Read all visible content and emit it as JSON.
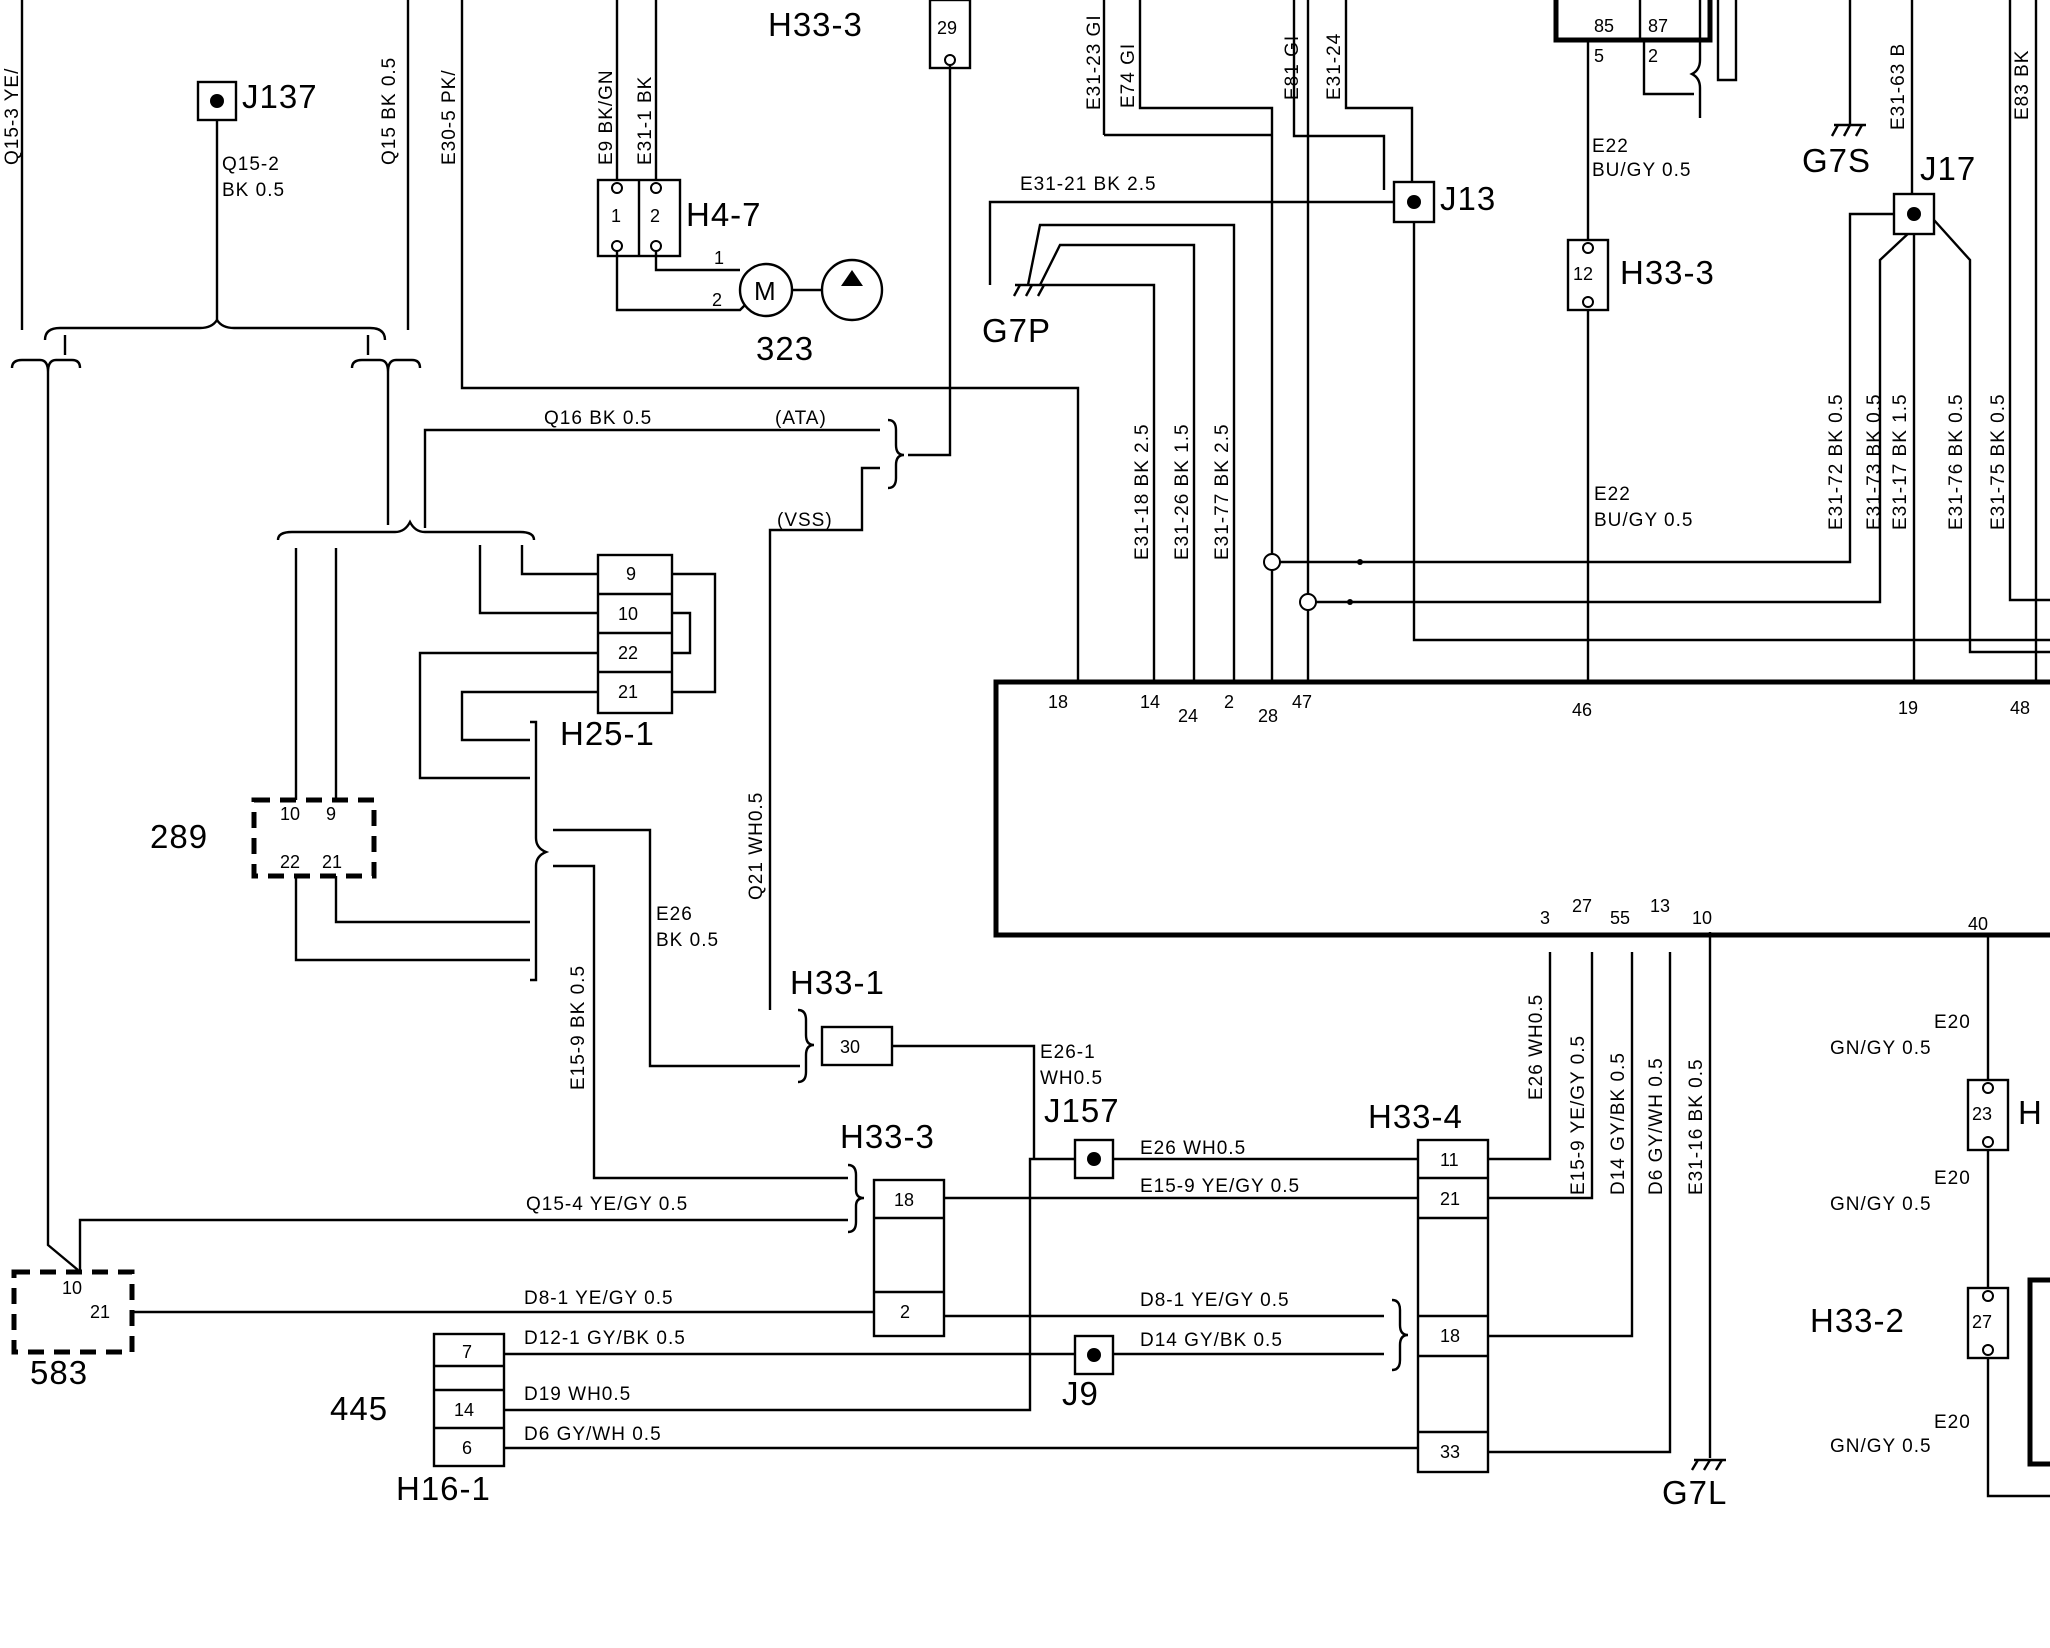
{
  "connectors": {
    "J137": "J137",
    "J13": "J13",
    "J17": "J17",
    "G7S": "G7S",
    "G7P": "G7P",
    "H4_7": "H4-7",
    "H33_3_top": "H33-3",
    "H33_3_mid": "H33-3",
    "H33_3_low": "H33-3",
    "H25_1": "H25-1",
    "n289": "289",
    "n323": "323",
    "H33_1": "H33-1",
    "J157": "J157",
    "H33_4": "H33-4",
    "n583": "583",
    "n445": "445",
    "H16_1": "H16-1",
    "J9": "J9",
    "G7L": "G7L",
    "H33_2": "H33-2",
    "H_right": "H"
  },
  "motor_symbol": "M",
  "wires_vertical": {
    "q153": "Q15-3  YE/",
    "q15": "Q15  BK 0.5",
    "e305": "E30-5  PK/",
    "e9": "E9 BK/GN",
    "e311": "E31-1  BK",
    "e3123": "E31-23  GI",
    "e74": "E74  GI",
    "e81": "E81  GI",
    "e3124": "E31-24",
    "e3163": "E31-63  B",
    "e83": "E83  BK",
    "e3118": "E31-18   BK 2.5",
    "e3126": "E31-26   BK 1.5",
    "e3177": "E31-77   BK 2.5",
    "e3172": "E31-72   BK 0.5",
    "e3173": "E31-73   BK 0.5",
    "e3117": "E31-17   BK 1.5",
    "e3176": "E31-76   BK 0.5",
    "e3175": "E31-75   BK 0.5",
    "q21": "Q21  WH0.5",
    "e159v": "E15-9   BK 0.5",
    "e26v": "E26  WH0.5",
    "e159v2": "E15-9  YE/GY 0.5",
    "d14v": "D14  GY/BK 0.5",
    "d6v": "D6  GY/WH 0.5",
    "e3116": "E31-16   BK 0.5"
  },
  "wires_horizontal": {
    "q152a": "Q15-2",
    "q152b": "BK 0.5",
    "e3121": "E31-21   BK 2.5",
    "e22a1": "E22",
    "e22a2": "BU/GY  0.5",
    "e22b1": "E22",
    "e22b2": "BU/GY  0.5",
    "q16": "Q16  BK 0.5",
    "ata": "(ATA)",
    "vss": "(VSS)",
    "e26a": "E26",
    "e26b": "BK 0.5",
    "e261a": "E26-1",
    "e261b": "WH0.5",
    "e26wh": "E26   WH0.5",
    "e159": "E15-9   YE/GY  0.5",
    "q154": "Q15-4   YE/GY  0.5",
    "d81a": "D8-1   YE/GY  0.5",
    "d81b": "D8-1   YE/GY  0.5",
    "d121": "D12-1   GY/BK  0.5",
    "d14": "D14   GY/BK  0.5",
    "d19": "D19   WH0.5",
    "d6": "D6   GY/WH 0.5",
    "e20a1": "E20",
    "e20a2": "GN/GY  0.5",
    "e20b1": "E20",
    "e20b2": "GN/GY  0.5",
    "e20c1": "E20",
    "e20c2": "GN/GY  0.5"
  },
  "relay_pins": [
    "85",
    "87",
    "5",
    "2"
  ],
  "pins": {
    "h47": [
      "1",
      "2"
    ],
    "motor": [
      "1",
      "2"
    ],
    "h333_top": "29",
    "h333_right": "12",
    "h251": [
      "9",
      "10",
      "22",
      "21"
    ],
    "p289": [
      "10",
      "9",
      "22",
      "21"
    ],
    "h331": "30",
    "h333_low": [
      "18",
      "2"
    ],
    "h334": [
      "11",
      "21",
      "18",
      "33"
    ],
    "p583": [
      "10",
      "21"
    ],
    "h161": [
      "7",
      "14",
      "6"
    ],
    "h33r": [
      "23",
      "27"
    ],
    "ecu_top": [
      "18",
      "14",
      "24",
      "2",
      "28",
      "47",
      "46",
      "19",
      "48"
    ],
    "ecu_bottom": [
      "3",
      "27",
      "55",
      "13",
      "10",
      "40"
    ]
  }
}
